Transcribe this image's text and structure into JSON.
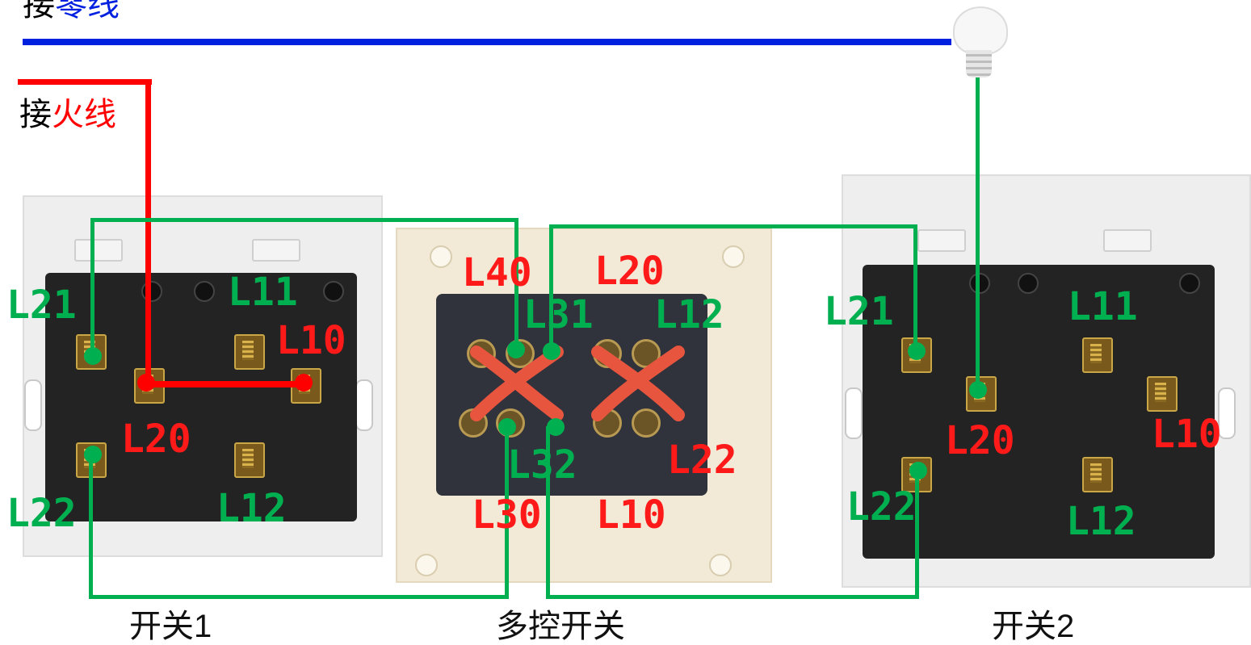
{
  "header": {
    "neutral_prefix": "接",
    "neutral_word": "零线",
    "live_prefix": "接",
    "live_word": "火线"
  },
  "captions": {
    "switch1": "开关1",
    "multi": "多控开关",
    "switch2": "开关2"
  },
  "switch1_labels": {
    "l21": "L21",
    "l11": "L11",
    "l10": "L10",
    "l20": "L20",
    "l22": "L22",
    "l12": "L12"
  },
  "multi_labels": {
    "l40": "L40",
    "l20": "L20",
    "l31": "L31",
    "l12": "L12",
    "l32": "L32",
    "l22": "L22",
    "l30": "L30",
    "l10": "L10"
  },
  "switch2_labels": {
    "l21": "L21",
    "l11": "L11",
    "l20": "L20",
    "l10": "L10",
    "l22": "L22",
    "l12": "L12"
  },
  "colors": {
    "neutral_wire": "#0020e0",
    "live_wire": "#ff0000",
    "control_wire": "#00b050"
  },
  "icons": {
    "bulb": "light-bulb-icon"
  }
}
